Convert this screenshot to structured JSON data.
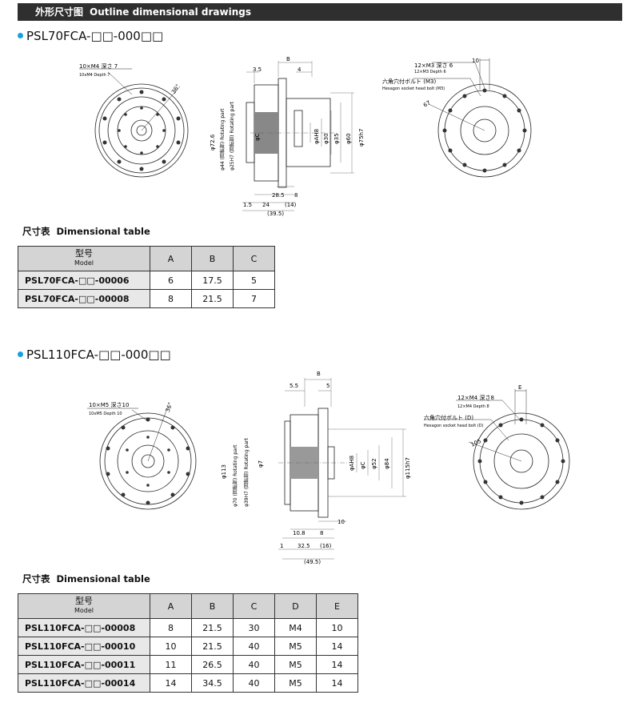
{
  "header": {
    "jp": "外形尺寸图",
    "en": "Outline dimensional drawings"
  },
  "psl70": {
    "title": "PSL70FCA-□□-000□□",
    "drawing": {
      "front_note_1": "10×M4 深さ 7",
      "front_note_2": "10xM4 Depth 7",
      "front_angle": "36°",
      "dim_35": "3.5",
      "dim_B": "B",
      "dim_4": "4",
      "dim_726": "φ72.6",
      "dim_44": "φ44 (回転部) Rotating part",
      "dim_25": "φ25H7 (回転部) Rotating part",
      "dim_C": "φC",
      "dim_AH8": "φAH8",
      "dim_30": "φ30",
      "dim_35d": "φ35",
      "dim_60": "φ60",
      "dim_75": "φ75h7",
      "dim_15": "1.5",
      "dim_24": "24",
      "dim_14": "(14)",
      "dim_285": "28.5",
      "dim_8": "8",
      "dim_395": "(39.5)",
      "back_note_1": "12×M3 深さ 6",
      "back_note_2": "12×M3 Depth 6",
      "back_note_3": "六角穴付ボルト (M3)",
      "back_note_4": "Hexagon socket head bolt (M3)",
      "back_dim_10": "10",
      "back_dim_67": "67"
    },
    "table_title_jp": "尺寸表",
    "table_title_en": "Dimensional table",
    "table": {
      "model_jp": "型号",
      "model_en": "Model",
      "columns": [
        "A",
        "B",
        "C"
      ],
      "rows": [
        {
          "model": "PSL70FCA-□□-00006",
          "values": [
            "6",
            "17.5",
            "5"
          ]
        },
        {
          "model": "PSL70FCA-□□-00008",
          "values": [
            "8",
            "21.5",
            "7"
          ]
        }
      ]
    }
  },
  "psl110": {
    "title": "PSL110FCA-□□-000□□",
    "drawing": {
      "front_note_1": "10×M5 深さ10",
      "front_note_2": "10xM5 Depth 10",
      "front_angle": "36°",
      "dim_55": "5.5",
      "dim_B": "B",
      "dim_5": "5",
      "dim_113": "φ113",
      "dim_70": "φ70 (回転部) Rotating part",
      "dim_39": "φ39H7 (回転部) Rotating part",
      "dim_7": "φ7",
      "dim_AH8": "φAH8",
      "dim_C": "φC",
      "dim_52": "φ52",
      "dim_84": "φ84",
      "dim_115": "φ115h7",
      "dim_108": "10.8",
      "dim_8": "8",
      "dim_10": "10",
      "dim_1": "1",
      "dim_325": "32.5",
      "dim_16": "(16)",
      "dim_495": "(49.5)",
      "back_note_1": "12×M4 深さ8",
      "back_note_2": "12×M4 Depth 8",
      "back_note_3": "六角穴付ボルト (D)",
      "back_note_4": "Hexagon socket head bolt (D)",
      "back_dim_E": "E",
      "back_dim_105": "105"
    },
    "table_title_jp": "尺寸表",
    "table_title_en": "Dimensional table",
    "table": {
      "model_jp": "型号",
      "model_en": "Model",
      "columns": [
        "A",
        "B",
        "C",
        "D",
        "E"
      ],
      "rows": [
        {
          "model": "PSL110FCA-□□-00008",
          "values": [
            "8",
            "21.5",
            "30",
            "M4",
            "10"
          ]
        },
        {
          "model": "PSL110FCA-□□-00010",
          "values": [
            "10",
            "21.5",
            "40",
            "M5",
            "14"
          ]
        },
        {
          "model": "PSL110FCA-□□-00011",
          "values": [
            "11",
            "26.5",
            "40",
            "M5",
            "14"
          ]
        },
        {
          "model": "PSL110FCA-□□-00014",
          "values": [
            "14",
            "34.5",
            "40",
            "M5",
            "14"
          ]
        }
      ]
    }
  }
}
